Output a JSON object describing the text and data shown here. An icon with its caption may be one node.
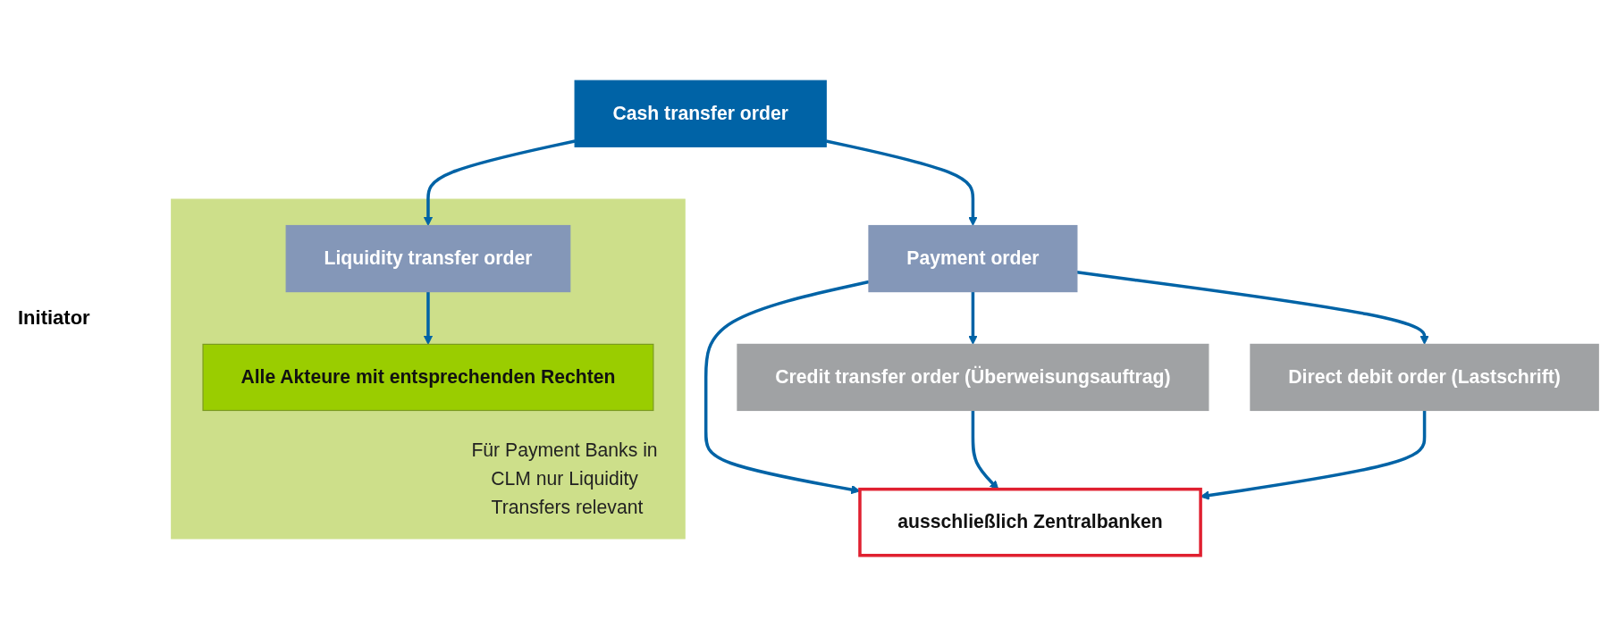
{
  "diagram": {
    "nodes": [
      {
        "text": [
          "Cash transfer order"
        ]
      },
      {
        "text": [
          "Payment order"
        ]
      },
      {
        "text": [
          "Für Payment Banks in CLM nur Liquidity Transfers relevant"
        ]
      },
      {
        "text": [
          "Liquidity transfer order"
        ],
        "in": 2
      },
      {
        "text": [
          "Credit transfer order (Überweisungsauftrag)"
        ]
      },
      {
        "text": [
          "Direct debit order (Lastschrift)"
        ]
      },
      {
        "text": [
          "ausschließlich Zentralbanken"
        ]
      },
      {
        "text": [
          "Alle Akteure mit entsprechenden Rechten"
        ],
        "in": 2
      }
    ],
    "edges": [
      {
        "from": 0,
        "to": 1,
        "arrow": "to"
      },
      {
        "from": 0,
        "to": 3,
        "arrow": "to"
      },
      {
        "from": 1,
        "to": 4,
        "arrow": "to"
      },
      {
        "from": 1,
        "to": 6,
        "arrow": "to"
      },
      {
        "from": 1,
        "to": 5,
        "arrow": "to"
      },
      {
        "from": 4,
        "to": 6,
        "arrow": "to"
      },
      {
        "from": 5,
        "to": 6,
        "arrow": "to"
      },
      {
        "from": 3,
        "to": 7,
        "arrow": "to"
      }
    ],
    "labels": [
      "Initiator"
    ]
  }
}
